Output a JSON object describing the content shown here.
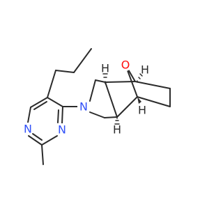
{
  "atoms": {
    "O": {
      "text": "O",
      "color": "#ff0d0d"
    },
    "N_pyrrolidine": {
      "text": "N",
      "color": "#3050f8"
    },
    "N_pyrimidine_1": {
      "text": "N",
      "color": "#3050f8"
    },
    "N_pyrimidine_2": {
      "text": "N",
      "color": "#3050f8"
    },
    "H_1": {
      "text": "H",
      "color": "#2b2b2b"
    },
    "H_2": {
      "text": "H",
      "color": "#2b2b2b"
    },
    "H_3": {
      "text": "H",
      "color": "#2b2b2b"
    },
    "H_4": {
      "text": "H",
      "color": "#2b2b2b"
    }
  },
  "colors": {
    "bond": "#2b2b2b",
    "background": "#ffffff"
  }
}
